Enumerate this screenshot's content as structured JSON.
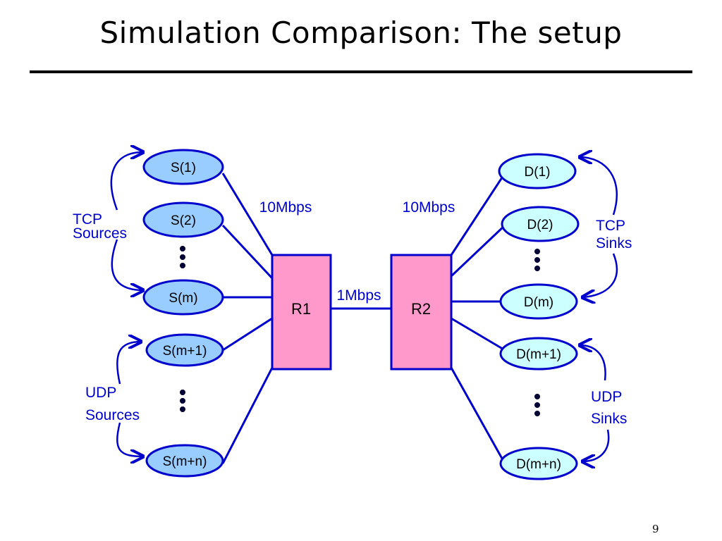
{
  "slide": {
    "title": "Simulation Comparison: The setup",
    "page_number": "9"
  },
  "diagram": {
    "sources": [
      "S(1)",
      "S(2)",
      "S(m)",
      "S(m+1)",
      "S(m+n)"
    ],
    "sinks": [
      "D(1)",
      "D(2)",
      "D(m)",
      "D(m+1)",
      "D(m+n)"
    ],
    "routers": [
      "R1",
      "R2"
    ],
    "links": {
      "left_access": "10Mbps",
      "right_access": "10Mbps",
      "bottleneck": "1Mbps"
    },
    "groups": {
      "tcp_sources": [
        "TCP",
        "Sources"
      ],
      "udp_sources": [
        "UDP",
        "Sources"
      ],
      "tcp_sinks": [
        "TCP",
        "Sinks"
      ],
      "udp_sinks": [
        "UDP",
        "Sinks"
      ]
    },
    "colors": {
      "node_fill": "#99ccff",
      "sink_fill": "#ccffff",
      "router_fill": "#ff99cc",
      "line": "#0000cc",
      "label": "#0000cc"
    }
  }
}
